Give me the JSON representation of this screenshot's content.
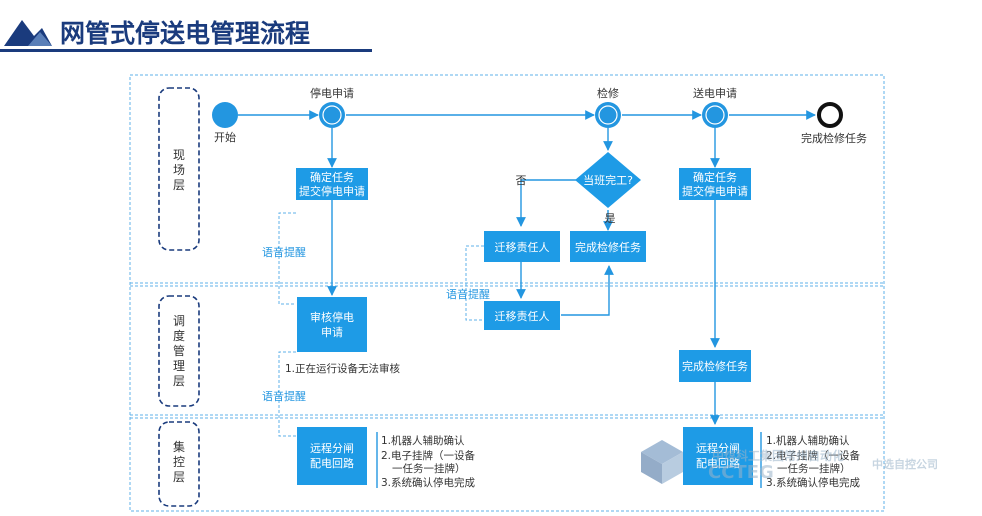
{
  "title": "网管式停送电管理流程",
  "lanes": [
    {
      "label": "现场层"
    },
    {
      "label": "调度管理层"
    },
    {
      "label": "集控层"
    }
  ],
  "events": {
    "start": "开始",
    "apply_outage": "停电申请",
    "repair": "检修",
    "apply_power": "送电申请",
    "end": "完成检修任务"
  },
  "boxes": {
    "confirm_task_1": [
      "确定任务",
      "提交停电申请"
    ],
    "review_outage": [
      "审核停电",
      "申请"
    ],
    "remote_open": [
      "远程分闸",
      "配电回路"
    ],
    "migrate_1": "迁移责任人",
    "migrate_2": "迁移责任人",
    "complete_repair_1": "完成检修任务",
    "confirm_task_2": [
      "确定任务",
      "提交停电申请"
    ],
    "complete_repair_2": "完成检修任务",
    "remote_close": [
      "远程分闸",
      "配电回路"
    ]
  },
  "decision": {
    "label": "当班完工?",
    "no": "否",
    "yes": "是"
  },
  "hints": {
    "voice_1": "语音提醒",
    "voice_2": "语音提醒",
    "voice_3": "语音提醒"
  },
  "notes": {
    "review_note": "1.正在运行设备无法审核",
    "steps_left": [
      "1.机器人辅助确认",
      "2.电子挂牌（一设备",
      "一任务一挂牌）",
      "3.系统确认停电完成"
    ],
    "steps_right": [
      "1.机器人辅助确认",
      "2.电子挂牌（一设备",
      "一任务一挂牌）",
      "3.系统确认停电完成"
    ]
  },
  "watermark": {
    "text_1": "CCTEG",
    "text_2": "中煤科工集团常州自动化",
    "text_3": "中选自控公司"
  },
  "colors": {
    "box": "#1e9be6",
    "accent": "#2396e0",
    "title": "#1a3b7d",
    "dash": "#5fb2ea"
  }
}
